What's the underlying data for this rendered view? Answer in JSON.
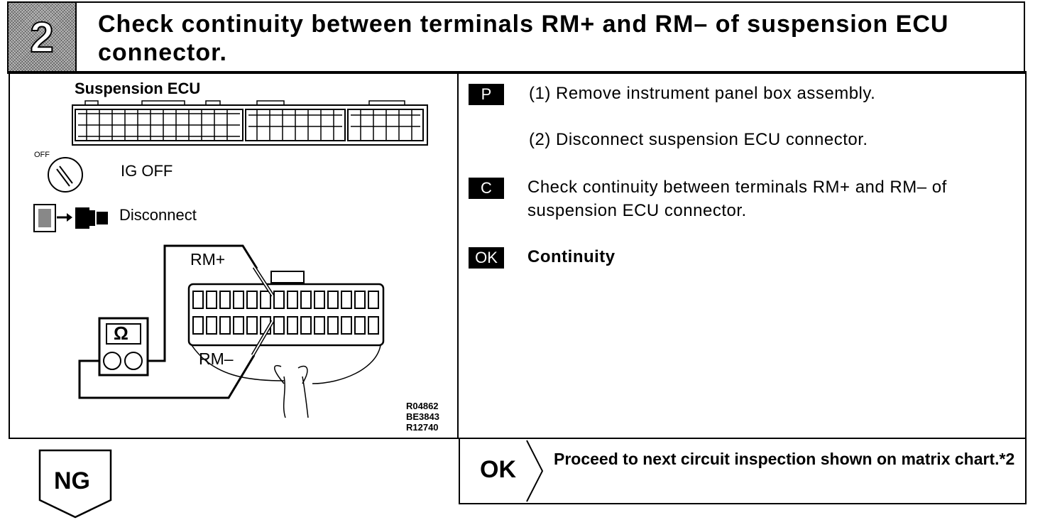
{
  "header": {
    "step_number": "2",
    "title": "Check continuity between terminals RM+ and RM– of suspension ECU connector."
  },
  "figure": {
    "ecu_label": "Suspension ECU",
    "ig_off_label": "IG OFF",
    "off_label": "OFF",
    "disconnect_label": "Disconnect",
    "rm_plus_label": "RM+",
    "rm_minus_label": "RM–",
    "ohm_symbol": "Ω",
    "codes": [
      "R04862",
      "BE3843",
      "R12740"
    ]
  },
  "instructions": {
    "p_tag": "P",
    "p_step1": "(1) Remove instrument panel box assembly.",
    "p_step2": "(2) Disconnect suspension ECU connector.",
    "c_tag": "C",
    "c_text": "Check continuity between terminals RM+ and RM– of suspension ECU connector.",
    "ok_tag": "OK",
    "ok_text": "Continuity"
  },
  "result": {
    "ok_label": "OK",
    "ok_action": "Proceed to next circuit inspection shown on matrix chart.*2",
    "ng_label": "NG"
  }
}
